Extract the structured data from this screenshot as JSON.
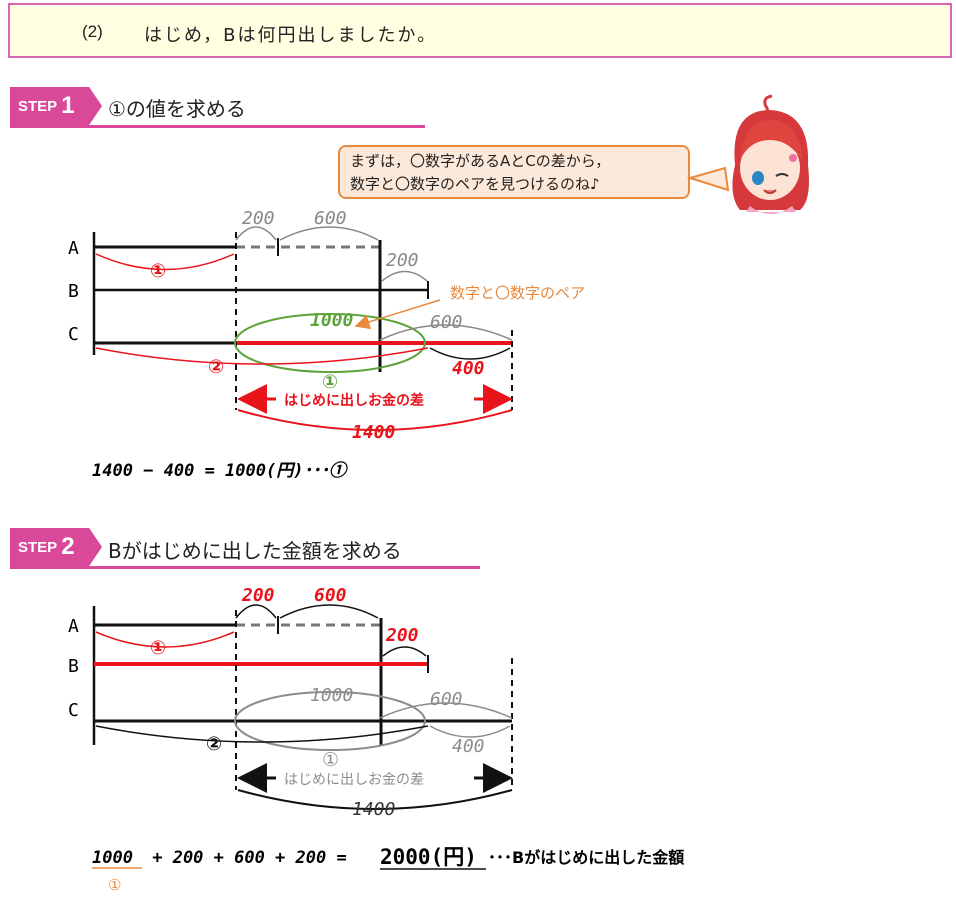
{
  "question": {
    "number": "(2)",
    "text": "はじめ，Bは何円出しましたか。"
  },
  "step1": {
    "badge_word": "STEP",
    "badge_num": "1",
    "title": "①の値を求める"
  },
  "step2": {
    "badge_word": "STEP",
    "badge_num": "2",
    "title": "Bがはじめに出した金額を求める"
  },
  "bubble": {
    "line1": "まずは，〇数字があるAとCの差から，",
    "line2": "数字と〇数字のペアを見つけるのね♪"
  },
  "diagram1": {
    "row_a": "A",
    "row_b": "B",
    "row_c": "C",
    "top_200": "200",
    "top_600": "600",
    "right_200": "200",
    "pair_note": "数字と〇数字のペア",
    "label_1000": "1000",
    "label_600": "600",
    "label_400": "400",
    "circle_1_left": "①",
    "circle_2": "②",
    "circle_1_bottom": "①",
    "diff_label": "はじめに出しお金の差",
    "total_1400": "1400",
    "equation": "1400 − 400 = 1000(円)･･･①"
  },
  "diagram2": {
    "row_a": "A",
    "row_b": "B",
    "row_c": "C",
    "top_200": "200",
    "top_600": "600",
    "right_200": "200",
    "label_1000": "1000",
    "label_600": "600",
    "label_400": "400",
    "circle_1_left": "①",
    "circle_2": "②",
    "circle_1_bottom": "①",
    "diff_label": "はじめに出しお金の差",
    "total_1400": "1400",
    "eq_first": "1000",
    "eq_middle": " + 200 + 600 + 200 = ",
    "eq_result": "2000(円)",
    "eq_tail": "･･･Bがはじめに出した金額",
    "eq_under": "①"
  },
  "colors": {
    "pink": "#d94899",
    "red": "#e8131b",
    "green": "#5ca33a",
    "gray": "#8c8c8c",
    "orange": "#e8893e"
  }
}
